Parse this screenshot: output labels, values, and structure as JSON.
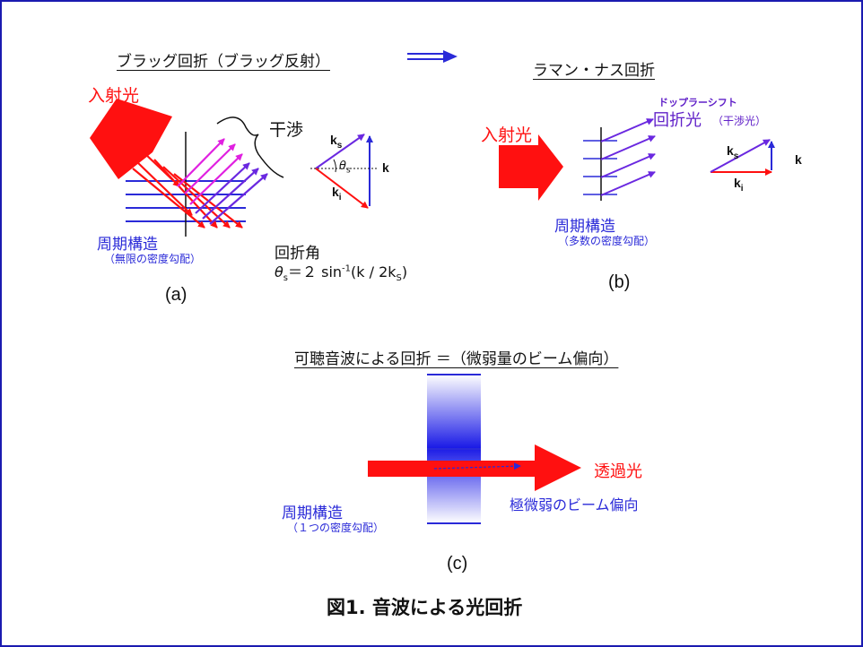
{
  "panel_a": {
    "header": "ブラッグ回折（ブラッグ反射）",
    "incident_label": "入射光",
    "interference_label": "干渉",
    "structure_label": "周期構造",
    "structure_sub": "（無限の密度勾配）",
    "angle_label": "回折角",
    "angle_theta": "θ",
    "angle_sub": "s",
    "angle_formula": "＝２ sin",
    "angle_exp": "-1",
    "angle_args": "(k / 2k",
    "angle_args_sub": "S",
    "angle_args_end": ")",
    "vec_ks": "k",
    "vec_ks_sub": "s",
    "vec_ki": "k",
    "vec_ki_sub": "i",
    "vec_k": "k",
    "vec_theta": "θ",
    "vec_theta_sub": "s",
    "caption": "(a)"
  },
  "panel_b": {
    "header": "ラマン・ナス回折",
    "incident_label": "入射光",
    "doppler_label": "ドップラーシフト",
    "diffracted_label": "回折光",
    "diffracted_sub": "（干渉光）",
    "structure_label": "周期構造",
    "structure_sub": "（多数の密度勾配）",
    "vec_ks": "k",
    "vec_ks_sub": "s",
    "vec_ki": "k",
    "vec_ki_sub": "i",
    "vec_k": "k",
    "caption": "(b)"
  },
  "panel_c": {
    "header": "可聴音波による回折 ＝（微弱量のビーム偏向）",
    "transmitted_label": "透過光",
    "deflection_label": "極微弱のビーム偏向",
    "structure_label": "周期構造",
    "structure_sub": "（１つの密度勾配）",
    "caption": "(c)"
  },
  "figure_title": "図1. 音波による光回折",
  "colors": {
    "border": "#1a1ab0",
    "incident": "#ff1010",
    "grating": "#2a2ad8",
    "diffracted_magenta": "#e020e0",
    "diffracted_violet": "#6a28e0",
    "text": "#111111"
  }
}
